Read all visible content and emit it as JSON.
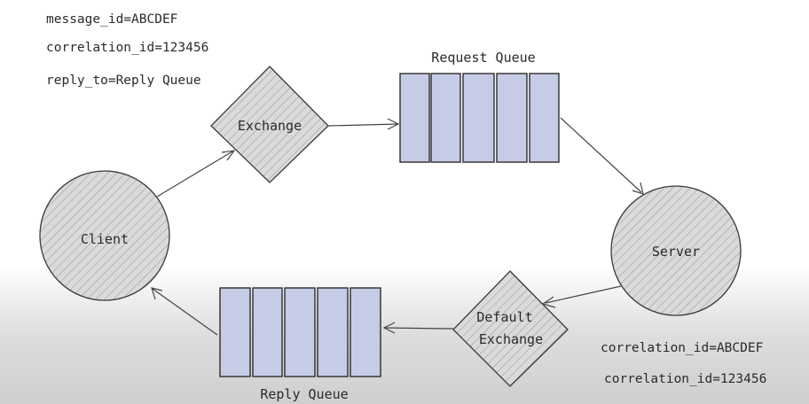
{
  "request_message": {
    "message_id": "message_id=ABCDEF",
    "correlation_id": "correlation_id=123456",
    "reply_to": "reply_to=Reply Queue"
  },
  "response_message": {
    "correlation_id_1": "correlation_id=ABCDEF",
    "correlation_id_2": "correlation_id=123456"
  },
  "nodes": {
    "client": "Client",
    "server": "Server",
    "exchange": "Exchange",
    "default_exchange_line1": "Default",
    "default_exchange_line2": "Exchange",
    "request_queue": "Request Queue",
    "reply_queue": "Reply Queue"
  },
  "colors": {
    "shape_fill": "#dadada",
    "queue_cell_fill": "#c6cbe6",
    "stroke": "#3a3a3a"
  }
}
